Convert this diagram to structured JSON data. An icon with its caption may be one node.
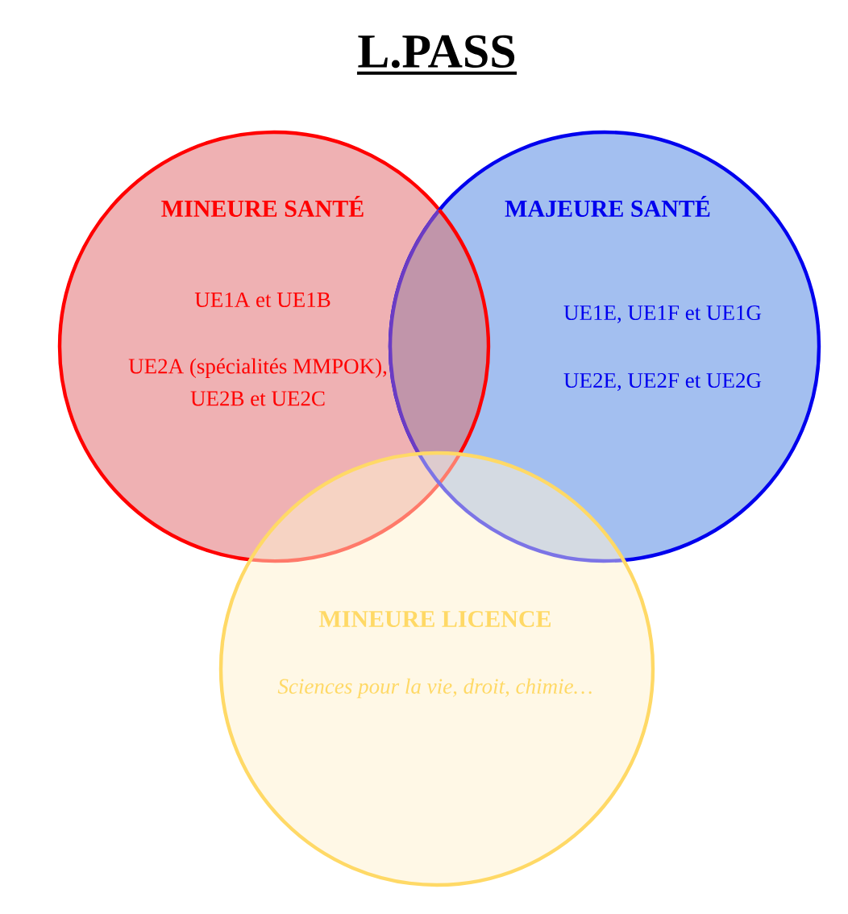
{
  "diagram": {
    "title": "L.PASS",
    "nodes": [
      {
        "text": [
          "MINEURE SANTÉ",
          "UE1A et UE1B",
          "UE2A (spécialités MMPOK), UE2B et UE2C"
        ]
      },
      {
        "text": [
          "MAJEURE SANTÉ",
          "UE1E, UE1F et UE1G",
          "UE2E, UE2F et UE2G"
        ]
      },
      {
        "text": [
          "MINEURE LICENCE",
          "Sciences pour la vie, droit, chimie…"
        ]
      }
    ],
    "edges": []
  }
}
